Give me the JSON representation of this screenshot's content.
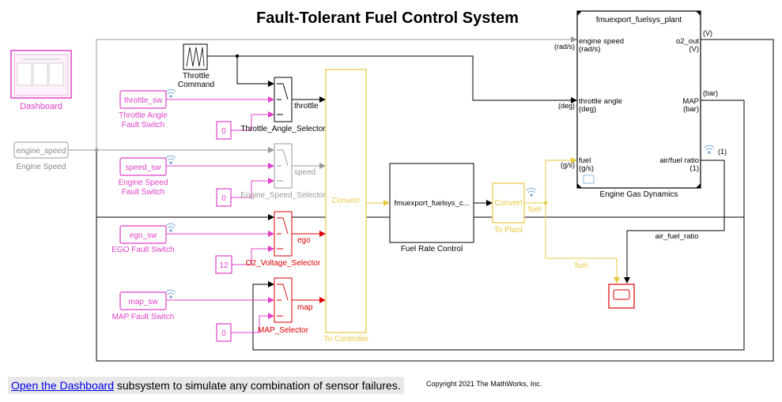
{
  "title": "Fault-Tolerant Fuel Control System",
  "dashboard": {
    "label": "Dashboard"
  },
  "throttle_command": {
    "line1": "Throttle",
    "line2": "Command"
  },
  "engine_speed_input": {
    "value": "engine_speed",
    "label": "Engine Speed"
  },
  "switches": {
    "throttle": {
      "value": "throttle_sw",
      "label1": "Throttle Angle",
      "label2": "Fault Switch"
    },
    "speed": {
      "value": "speed_sw",
      "label1": "Engine Speed",
      "label2": "Fault Switch"
    },
    "ego": {
      "value": "ego_sw",
      "label1": "EGO Fault Switch"
    },
    "map": {
      "value": "map_sw",
      "label1": "MAP Fault Switch"
    }
  },
  "constants": {
    "throttle": "0",
    "speed": "0",
    "ego": "12",
    "map": "0"
  },
  "selectors": {
    "throttle": {
      "label": "Throttle_Angle_Selector",
      "signal": "throttle"
    },
    "speed": {
      "label": "Engine_Speed_Selector",
      "signal": "speed"
    },
    "ego": {
      "label": "O2_Voltage_Selector",
      "signal": "ego"
    },
    "map": {
      "label": "MAP_Selector",
      "signal": "map"
    }
  },
  "to_controller": {
    "inner": "Convert",
    "label": "To Controller"
  },
  "fuel_rate_control": {
    "inner": "fmuexport_fuelsys_c...",
    "label": "Fuel Rate Control"
  },
  "to_plant": {
    "inner": "Convert",
    "label": "To Plant",
    "signal": "fuel"
  },
  "plant": {
    "header": "fmuexport_fuelsys_plant",
    "label": "Engine Gas Dynamics",
    "in": [
      {
        "name": "engine speed",
        "unit": "(rad/s)",
        "ext": "(rad/s)"
      },
      {
        "name": "throttle angle",
        "unit": "(deg)",
        "ext": "(deg)"
      },
      {
        "name": "fuel",
        "unit": "(g/s)",
        "ext": "(g/s)"
      }
    ],
    "out": [
      {
        "name": "o2_out",
        "unit": "(V)",
        "ext": "(V)"
      },
      {
        "name": "MAP",
        "unit": "(bar)",
        "ext": "(bar)"
      },
      {
        "name": "air/fuel ratio",
        "unit": "(1)",
        "ext": "(1)"
      }
    ]
  },
  "signals": {
    "air_fuel_ratio": "air_fuel_ratio",
    "fuel_scope": "fuel"
  },
  "footer": {
    "link": "Open the Dashboard",
    "rest": " subsystem to simulate any combination of sensor failures.",
    "copyright": "Copyright 2021 The MathWorks, Inc."
  },
  "colors": {
    "magenta": "#e040c8",
    "red": "#dd0000",
    "yellow": "#e8c840",
    "gray": "#999999",
    "black": "#000000",
    "blue_wifi": "#7aa8d8"
  }
}
